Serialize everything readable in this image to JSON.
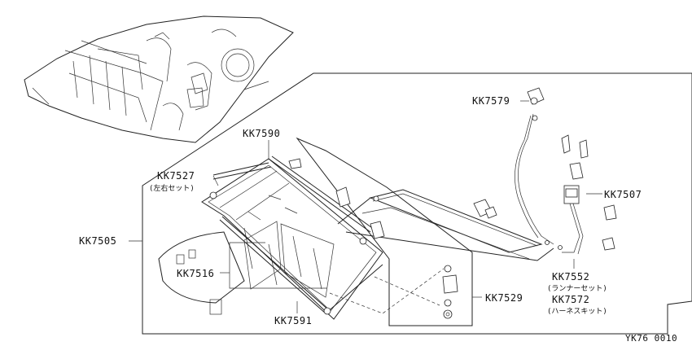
{
  "parts": [
    {
      "id": "kk7579",
      "code": "KK7579"
    },
    {
      "id": "kk7590",
      "code": "KK7590"
    },
    {
      "id": "kk7527",
      "code": "KK7527",
      "note": "(左右セット)"
    },
    {
      "id": "kk7507",
      "code": "KK7507"
    },
    {
      "id": "kk7505",
      "code": "KK7505"
    },
    {
      "id": "kk7516",
      "code": "KK7516"
    },
    {
      "id": "kk7552",
      "code": "KK7552",
      "note": "(ランナーセット)"
    },
    {
      "id": "kk7572",
      "code": "KK7572",
      "note": "(ハーネスキット)"
    },
    {
      "id": "kk7529",
      "code": "KK7529"
    },
    {
      "id": "kk7591",
      "code": "KK7591"
    }
  ],
  "diagram_code": "YK76 0010"
}
